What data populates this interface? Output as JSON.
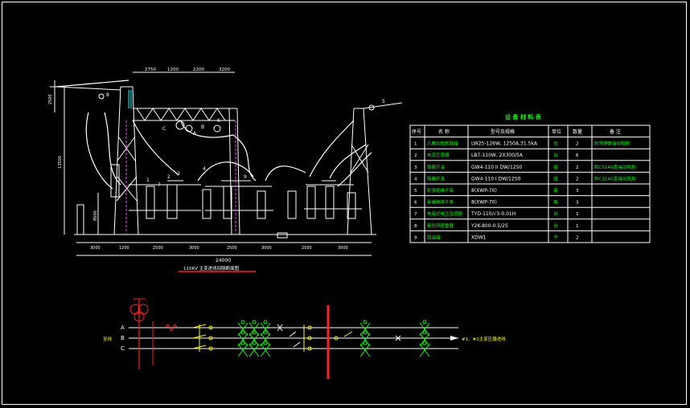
{
  "colors": {
    "background": "#000000",
    "line": "#ffffff",
    "accent_green": "#00ff00",
    "accent_yellow": "#ffff00",
    "accent_red": "#ff2020",
    "accent_magenta": "#ff40ff",
    "accent_cyan": "#00ffff"
  },
  "elevation": {
    "top_dims": [
      "2750",
      "1200",
      "2200",
      "3200"
    ],
    "bottom_dims": [
      "3000",
      "1200",
      "2500",
      "3000",
      "2500",
      "3000",
      "2500",
      "3000"
    ],
    "overall_dim": "24000",
    "height_dims": [
      "2500",
      "13500",
      "8500"
    ],
    "equipment_labels": [
      "1",
      "2",
      "3",
      "4",
      "5",
      "6",
      "7",
      "8",
      "9",
      "A",
      "B",
      "C"
    ],
    "caption": "110KV 主变进线间隔断面图"
  },
  "table": {
    "title": "设 备 材 料 表",
    "headers": [
      "序号",
      "名  称",
      "型号及规格",
      "单位",
      "数量",
      "备  注"
    ],
    "rows": [
      {
        "no": "1",
        "name": "六氟化硫断路器",
        "model": "LW25-126W, 1250A,31.5kA",
        "unit": "台",
        "qty": "2",
        "note": "附带弹簧操动机构"
      },
      {
        "no": "2",
        "name": "电流互感器",
        "model": "LB7-110W, 2X300/5A",
        "unit": "台",
        "qty": "6",
        "note": ""
      },
      {
        "no": "3",
        "name": "隔离开关",
        "model": "GW4-110 II DW/1250",
        "unit": "组",
        "qty": "2",
        "note": "附CS14G型操动机构"
      },
      {
        "no": "4",
        "name": "隔离开关",
        "model": "GW4-110 I DW/1250",
        "unit": "组",
        "qty": "2",
        "note": "附CS14G型操动机构"
      },
      {
        "no": "5",
        "name": "耐张绝缘子串",
        "model": "8(XWP-70)",
        "unit": "串",
        "qty": "3",
        "note": ""
      },
      {
        "no": "6",
        "name": "悬垂绝缘子串",
        "model": "8(XWP-70)",
        "unit": "串",
        "qty": "3",
        "note": ""
      },
      {
        "no": "7",
        "name": "电容式电压互感器",
        "model": "TYD-110/√3-0.01H",
        "unit": "台",
        "qty": "1",
        "note": ""
      },
      {
        "no": "8",
        "name": "氧化锌避雷器",
        "model": "Y2K-800-0.5/25",
        "unit": "台",
        "qty": "1",
        "note": ""
      },
      {
        "no": "9",
        "name": "阻波器",
        "model": "XDW1",
        "unit": "个",
        "qty": "2",
        "note": ""
      }
    ]
  },
  "schematic": {
    "phases": [
      "A",
      "B",
      "C"
    ],
    "left_label": "至线",
    "right_label": "#1、#2主变压器进线"
  }
}
